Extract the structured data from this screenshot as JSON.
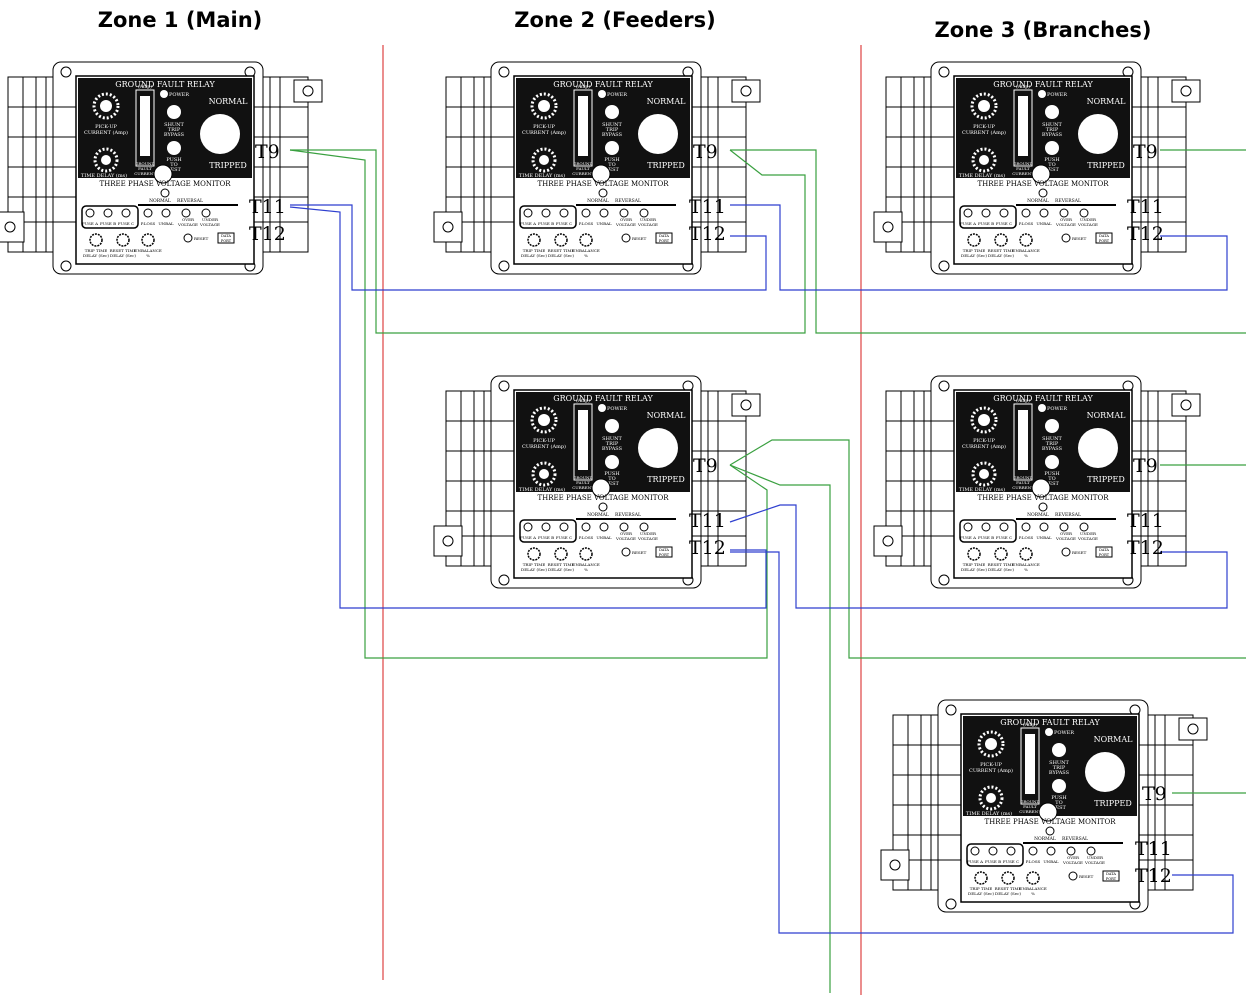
{
  "zones": [
    {
      "title": "Zone 1 (Main)"
    },
    {
      "title": "Zone 2 (Feeders)"
    },
    {
      "title": "Zone 3 (Branches)"
    }
  ],
  "relay_labels": {
    "gfr_title": "GROUND FAULT RELAY",
    "power": "POWER",
    "normal": "NORMAL",
    "tripped": "TRIPPED",
    "pickup": "PICK-UP",
    "pickup2": "CURRENT (Amp)",
    "shunt": "SHUNT",
    "trip": "TRIP",
    "bypass": "BYPASS",
    "push": "PUSH",
    "to": "TO",
    "test": "TEST",
    "amp": "(Amp)",
    "ground": "GROUND",
    "fault": "FAULT",
    "current": "CURRENT",
    "time_delay": "TIME DELAY (ms)",
    "tpvm_title": "THREE PHASE VOLTAGE MONITOR",
    "normal_small": "NORMAL",
    "reversal": "REVERSAL",
    "fuse_a": "FUSE A",
    "fuse_b": "FUSE B",
    "fuse_c": "FUSE C",
    "ploss": "P.LOSS",
    "unbal": "UNBAL",
    "over": "OVER",
    "under": "UNDER",
    "voltage": "VOLTAGE",
    "reset": "RESET",
    "data": "DATA",
    "port": "PORT",
    "trip_time": "TRIP TIME",
    "delay_sec": "DELAY (Sec)",
    "reset_time": "RESET TIME",
    "unbalance": "UNBALANCE",
    "percent": "%"
  },
  "terminals": {
    "t9": "T9",
    "t11": "T11",
    "t12": "T12"
  },
  "colors": {
    "zone_divider": "#e05050",
    "t9_wire": "#3aa040",
    "t11_t12_wire": "#2e3fcf",
    "relay_face": "#111111"
  }
}
